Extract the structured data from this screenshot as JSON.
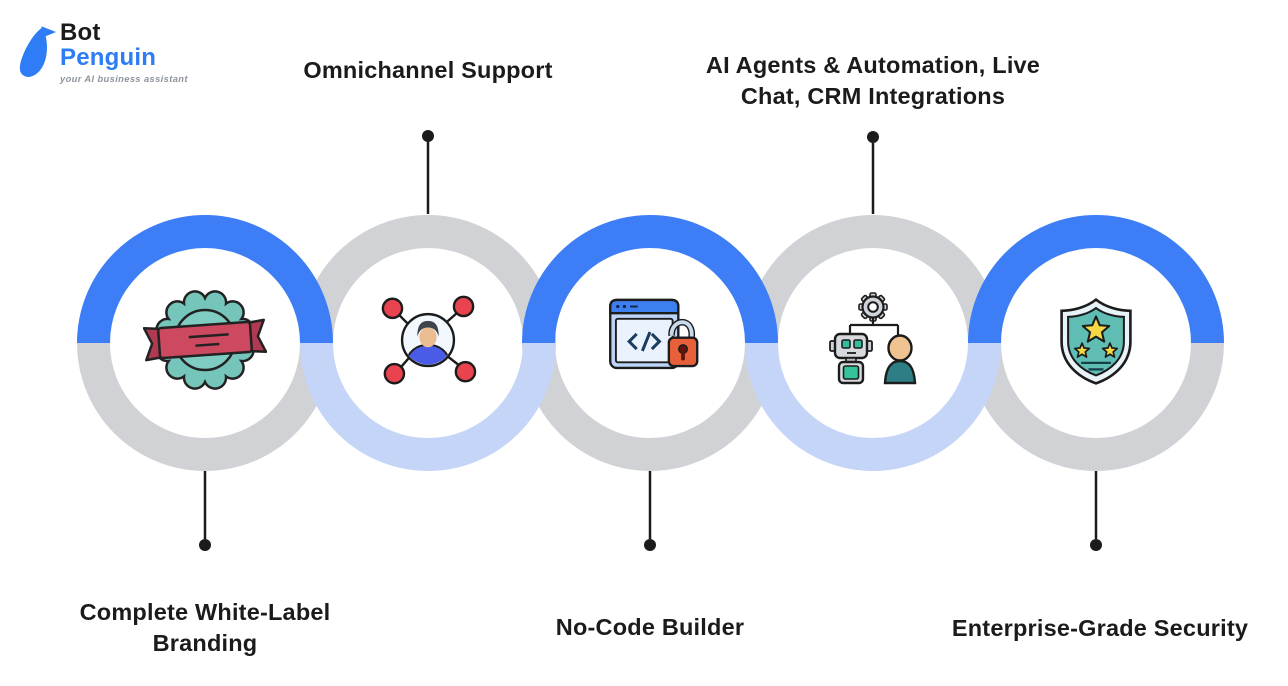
{
  "logo": {
    "brand_top": "Bot",
    "brand_bottom": "Penguin",
    "tagline": "your AI business assistant"
  },
  "colors": {
    "ring_blue": "#3D7EF6",
    "ring_gray": "#D0D2D5",
    "ring_light_blue": "#C5D5F8",
    "connector": "#1B1B1B",
    "text": "#1B1B1B",
    "logo_blue": "#2E7CF6",
    "logo_dark": "#1B1B1B",
    "tagline_gray": "#8E949C"
  },
  "features": [
    {
      "label": "Complete White-Label Branding",
      "label_position": "bottom",
      "icon": "white-label-badge-icon"
    },
    {
      "label": "Omnichannel Support",
      "label_position": "top",
      "icon": "omnichannel-network-icon"
    },
    {
      "label": "No-Code Builder",
      "label_position": "bottom",
      "icon": "no-code-builder-icon"
    },
    {
      "label": "AI Agents & Automation, Live Chat, CRM Integrations",
      "label_position": "top",
      "icon": "ai-agents-automation-icon"
    },
    {
      "label": "Enterprise-Grade Security",
      "label_position": "bottom",
      "icon": "enterprise-security-shield-icon"
    }
  ]
}
